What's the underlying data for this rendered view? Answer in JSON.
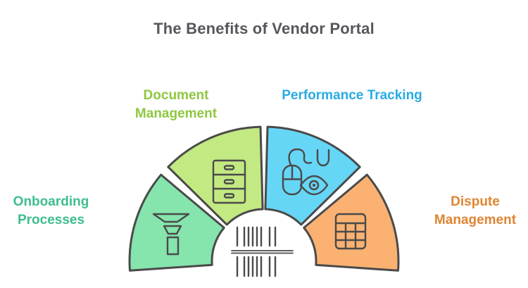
{
  "title": "The Benefits of Vendor Portal",
  "title_color": "#56575b",
  "stroke_color": "#4a4a4a",
  "background": "#ffffff",
  "segments": [
    {
      "label": "Onboarding Processes",
      "label_color": "#3ebe8c",
      "fill": "#85e5ad",
      "icon": "funnel"
    },
    {
      "label": "Document Management",
      "label_color": "#8fc740",
      "fill": "#c3e982",
      "icon": "file-cabinet"
    },
    {
      "label": "Performance Tracking",
      "label_color": "#29abe2",
      "fill": "#66d6f6",
      "icon": "mouse-tracking-eye"
    },
    {
      "label": "Dispute Management",
      "label_color": "#df8532",
      "fill": "#fab171",
      "icon": "data-table"
    }
  ]
}
